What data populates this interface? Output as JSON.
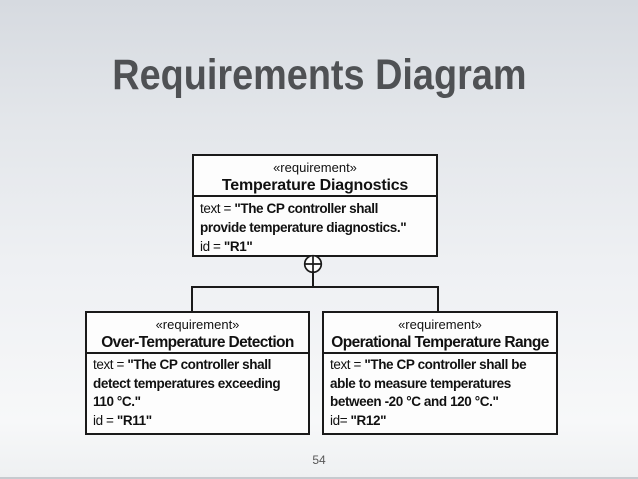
{
  "slide": {
    "title": "Requirements Diagram",
    "page_number": "54"
  },
  "diagram": {
    "junction": "crossed-circle-composition",
    "boxes": [
      {
        "stereotype": "«requirement»",
        "name": "Temperature Diagnostics",
        "body_lines": [
          [
            {
              "t": "text = ",
              "b": 0
            },
            {
              "t": "\"The CP controller shall",
              "b": 1
            }
          ],
          [
            {
              "t": "provide temperature diagnostics.\"",
              "b": 1
            }
          ],
          [
            {
              "t": "id = ",
              "b": 0
            },
            {
              "t": "\"R1\"",
              "b": 1
            }
          ]
        ]
      },
      {
        "stereotype": "«requirement»",
        "name": "Over-Temperature Detection",
        "body_lines": [
          [
            {
              "t": "text = ",
              "b": 0
            },
            {
              "t": "\"The CP controller shall",
              "b": 1
            }
          ],
          [
            {
              "t": "detect temperatures exceeding",
              "b": 1
            }
          ],
          [
            {
              "t": "110 °C.\"",
              "b": 1
            }
          ],
          [
            {
              "t": "id = ",
              "b": 0
            },
            {
              "t": "\"R11\"",
              "b": 1
            }
          ]
        ]
      },
      {
        "stereotype": "«requirement»",
        "name": "Operational Temperature Range",
        "body_lines": [
          [
            {
              "t": "text = ",
              "b": 0
            },
            {
              "t": "\"The CP controller shall be",
              "b": 1
            }
          ],
          [
            {
              "t": "able to measure temperatures",
              "b": 1
            }
          ],
          [
            {
              "t": "between -20 °C and 120 °C.\"",
              "b": 1
            }
          ],
          [
            {
              "t": "id= ",
              "b": 0
            },
            {
              "t": "\"R12\"",
              "b": 1
            }
          ]
        ]
      }
    ]
  },
  "colors": {
    "background_top": "#d6dae0",
    "background_bottom": "#eef0f2",
    "box_fill": "#fdfdfd",
    "box_border": "#1a1a1a",
    "connector": "#1a1a1a",
    "title_text": "#4f5154",
    "page_number_text": "#575757"
  }
}
